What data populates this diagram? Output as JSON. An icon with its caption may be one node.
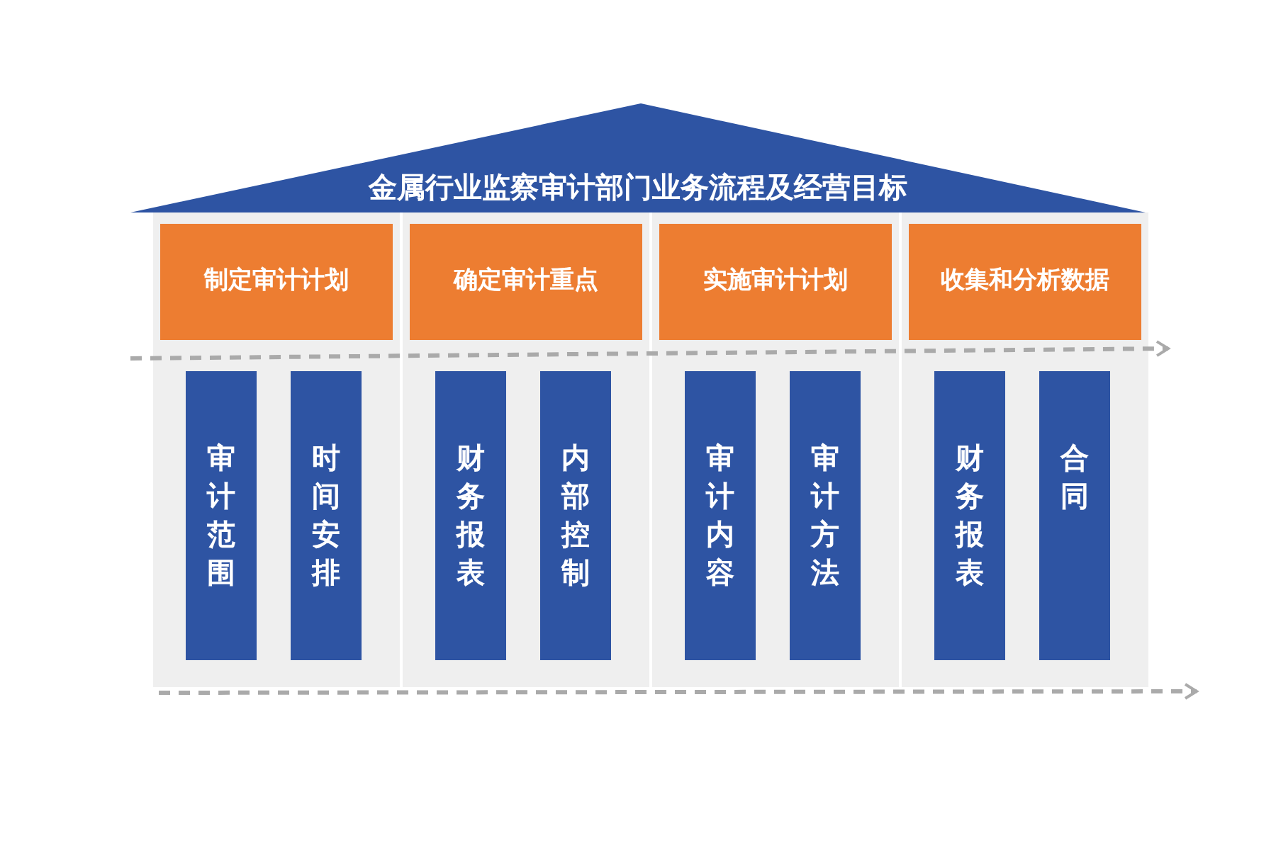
{
  "diagram": {
    "title": "金属行业监察审计部门业务流程及经营目标",
    "nodes": [
      {
        "text": [],
        "shape": "box"
      },
      {
        "text": [
          "制定审计计划"
        ],
        "in": 0
      },
      {
        "text": [
          "审计范围"
        ],
        "in": 0
      },
      {
        "text": [
          "时间安排"
        ],
        "in": 0
      },
      {
        "text": [],
        "shape": "box"
      },
      {
        "text": [
          "确定审计重点"
        ],
        "in": 4
      },
      {
        "text": [
          "财务报表"
        ],
        "in": 4
      },
      {
        "text": [
          "内部控制"
        ],
        "in": 4
      },
      {
        "text": [],
        "shape": "box"
      },
      {
        "text": [
          "实施审计计划"
        ],
        "in": 8
      },
      {
        "text": [
          "审计内容"
        ],
        "in": 8
      },
      {
        "text": [
          "审计方法"
        ],
        "in": 8
      },
      {
        "text": [],
        "shape": "box"
      },
      {
        "text": [
          "收集和分析数据"
        ],
        "in": 12
      },
      {
        "text": [
          "财务报表"
        ],
        "in": 12
      },
      {
        "text": [
          "合同"
        ],
        "in": 12
      }
    ]
  }
}
